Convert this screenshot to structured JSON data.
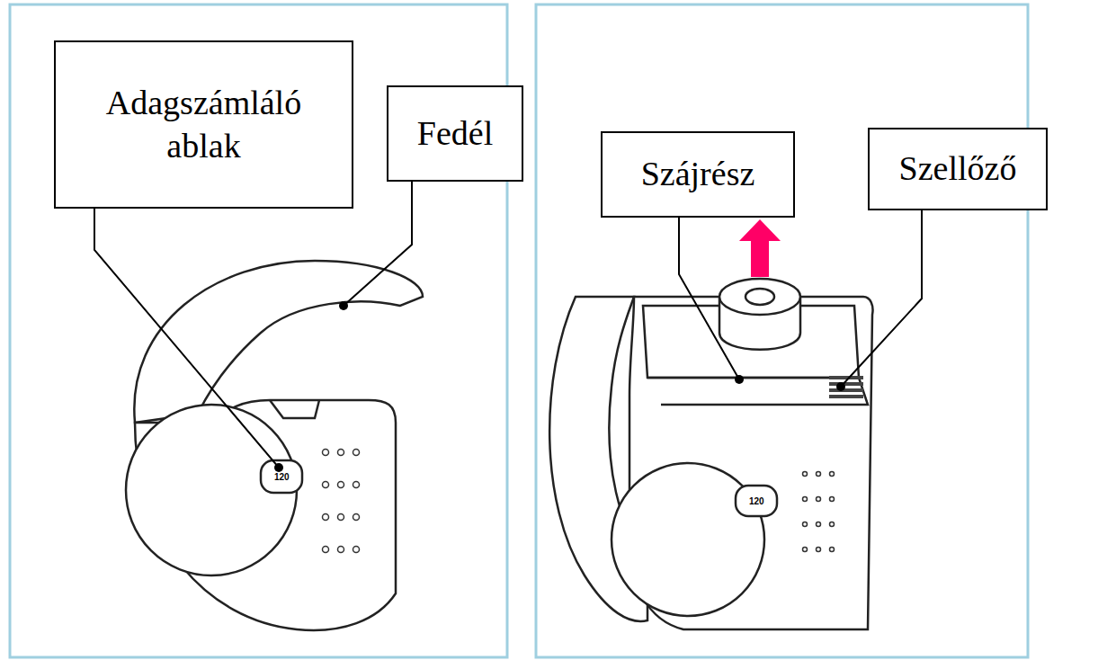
{
  "diagram": {
    "nodes": [
      {
        "text": [
          "Adagszámláló ablak"
        ]
      },
      {
        "text": [
          "Fedél"
        ]
      },
      {
        "text": [
          "Szájrész"
        ]
      },
      {
        "text": [
          "Szellőző"
        ]
      }
    ],
    "labels": [
      "120",
      "120"
    ]
  }
}
